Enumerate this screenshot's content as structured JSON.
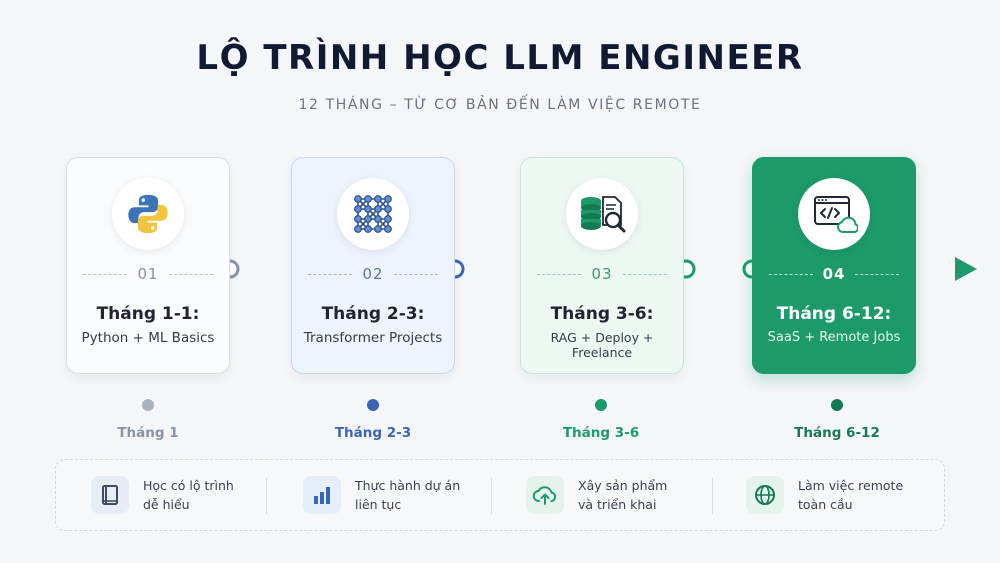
{
  "title": "LỘ TRÌNH HỌC LLM ENGINEER",
  "subtitle": "12 THÁNG – TỪ CƠ BẢN ĐẾN LÀM VIỆC REMOTE",
  "colors": {
    "blue": "#3a66b5",
    "green": "#1c9a6a",
    "gray": "#9aa3b0",
    "navy": "#111a33"
  },
  "steps": [
    {
      "number": "01",
      "title": "Tháng 1-1:",
      "desc": "Python + ML Basics",
      "icon": "python-logo-icon"
    },
    {
      "number": "02",
      "title": "Tháng 2-3:",
      "desc": "Transformer Projects",
      "icon": "neural-network-icon"
    },
    {
      "number": "03",
      "title": "Tháng 3-6:",
      "desc": "RAG + Deploy + Freelance",
      "icon": "database-search-icon"
    },
    {
      "number": "04",
      "title": "Tháng 6-12:",
      "desc": "SaaS + Remote Jobs",
      "icon": "code-cloud-icon"
    }
  ],
  "timeline": [
    {
      "label": "Tháng 1"
    },
    {
      "label": "Tháng 2-3"
    },
    {
      "label": "Tháng 3-6"
    },
    {
      "label": "Tháng 6-12"
    }
  ],
  "features": [
    {
      "line1": "Học có lộ trình",
      "line2": "dễ hiểu",
      "icon": "book-icon"
    },
    {
      "line1": "Thực hành dự án",
      "line2": "liên tục",
      "icon": "bar-chart-icon"
    },
    {
      "line1": "Xây sản phẩm",
      "line2": "và triển khai",
      "icon": "cloud-upload-icon"
    },
    {
      "line1": "Làm việc remote",
      "line2": "toàn cầu",
      "icon": "globe-icon"
    }
  ]
}
